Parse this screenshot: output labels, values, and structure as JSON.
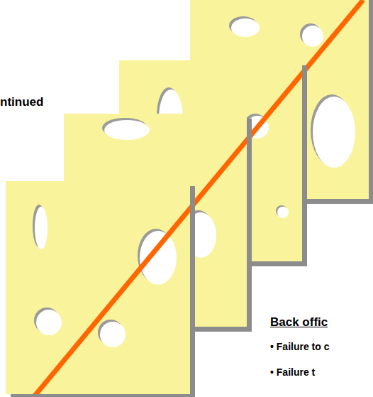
{
  "diagram": {
    "title": "ntinued",
    "labels": [
      "Back offic",
      "• Failure to c",
      "• Failure t"
    ]
  }
}
